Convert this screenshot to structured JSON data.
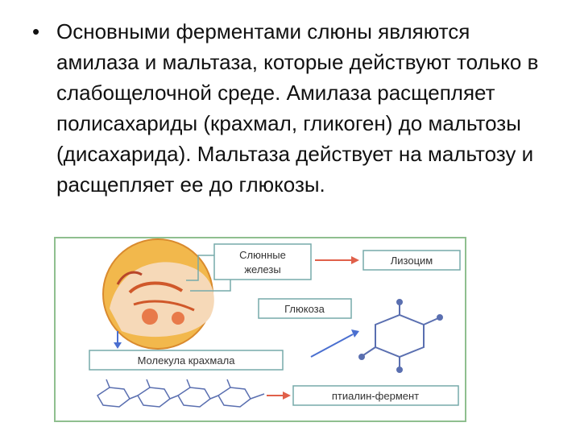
{
  "slide": {
    "bullet_symbol": "•",
    "text": "Основными ферментами слюны являются амилаза и мальтаза, которые действуют только в слабощелочной среде. Амилаза расщепляет полисахариды (крахмал, гликоген) до мальтозы (дисахарида). Мальтаза действует на мальтозу и расщепляет ее до глюкозы."
  },
  "figure": {
    "label_glands": [
      "Слюнные",
      "железы"
    ],
    "label_lysozyme": "Лизоцим",
    "label_glucose": "Глюкоза",
    "label_starch": "Молекула крахмала",
    "label_ptyalin": "птиалин-фермент"
  },
  "colors": {
    "text": "#111111",
    "frame": "#8fbf8f",
    "arrow": "#e0604a",
    "arrow_blue": "#4a6fd0",
    "head_fill": "#f2b84c",
    "head_inner": "#f6d9b8",
    "molecule": "#5a6fb0"
  }
}
